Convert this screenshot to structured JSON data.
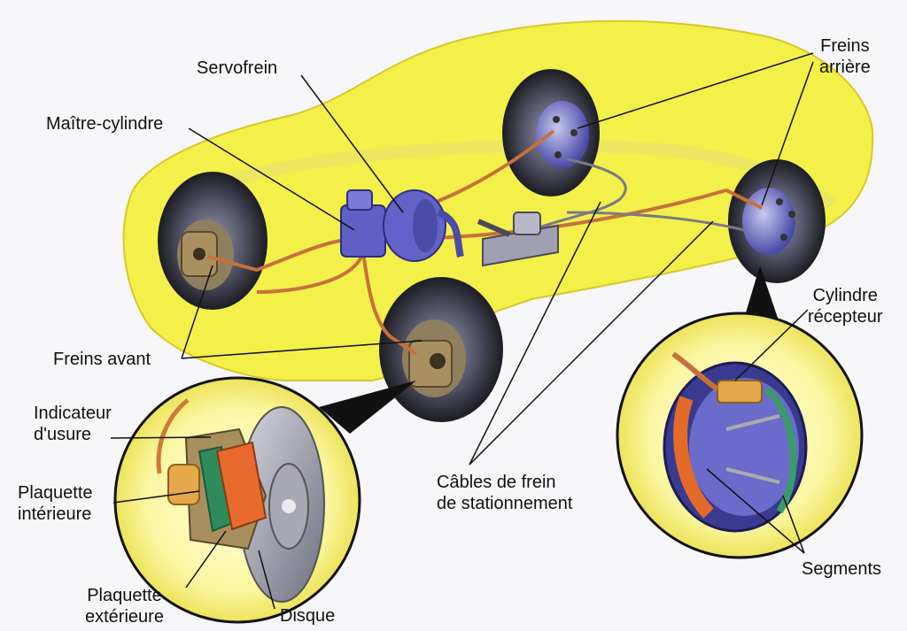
{
  "labels": {
    "servofrein": "Servofrein",
    "maitre_cylindre": "Maître-cylindre",
    "freins_arriere": "Freins\narrière",
    "freins_avant": "Freins avant",
    "cylindre_recepteur": "Cylindre\nrécepteur",
    "indicateur_usure": "Indicateur\nd'usure",
    "plaquette_interieure": "Plaquette\nintérieure",
    "plaquette_exterieure": "Plaquette\nextérieure",
    "disque": "Disque",
    "cables_frein_stationnement": "Câbles de frein\nde stationnement",
    "segments": "Segments"
  },
  "colors": {
    "car_body": "#f3f04a",
    "brake_line": "#c8703c",
    "component": "#5f5fc4",
    "disc": "#8d8fa0",
    "tire": "#2a2a32",
    "pad_inner": "#2f8a5c",
    "pad_outer": "#e86a2e",
    "magnifier": "#f6f07a"
  },
  "icons": [
    "car-outline",
    "tire-icon",
    "disc-brake-icon",
    "drum-brake-icon",
    "master-cylinder-icon",
    "brake-booster-icon",
    "handbrake-lever-icon"
  ]
}
